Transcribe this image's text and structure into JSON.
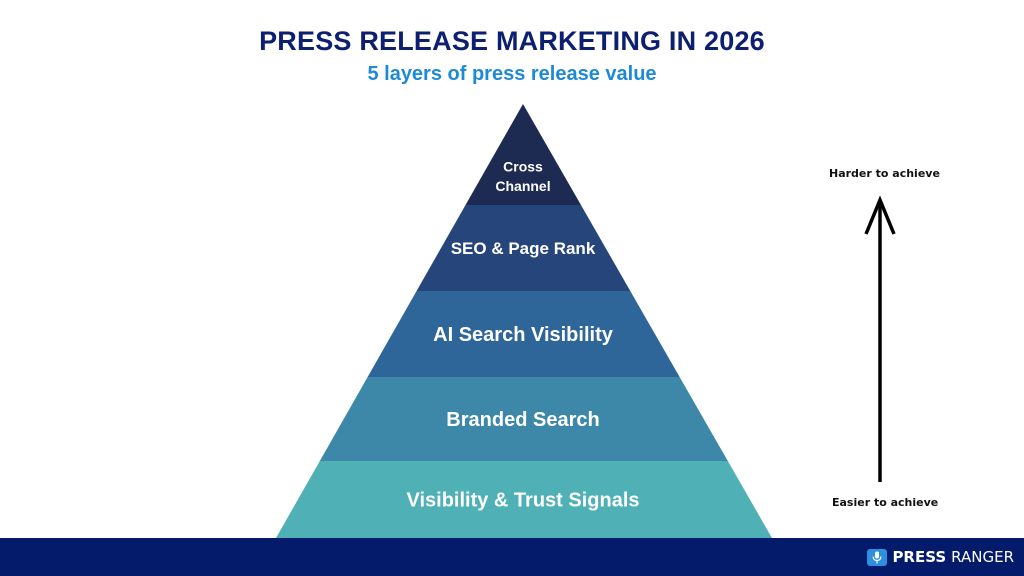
{
  "header": {
    "title": "PRESS RELEASE MARKETING IN 2026",
    "subtitle": "5 layers of press release value"
  },
  "pyramid": {
    "layers": [
      {
        "lines": [
          "Cross",
          "Channel"
        ],
        "color": "#1d2a52"
      },
      {
        "lines": [
          "SEO & Page Rank"
        ],
        "color": "#26457b"
      },
      {
        "lines": [
          "AI Search Visibility"
        ],
        "color": "#2f669a"
      },
      {
        "lines": [
          "Branded Search"
        ],
        "color": "#3d88a8"
      },
      {
        "lines": [
          "Visibility & Trust Signals"
        ],
        "color": "#4fb0b5"
      }
    ]
  },
  "scale": {
    "top_label": "Harder to achieve",
    "bottom_label": "Easier to achieve"
  },
  "footer": {
    "brand_bold": "PRESS",
    "brand_regular": "RANGER",
    "icon": "microphone-icon"
  }
}
